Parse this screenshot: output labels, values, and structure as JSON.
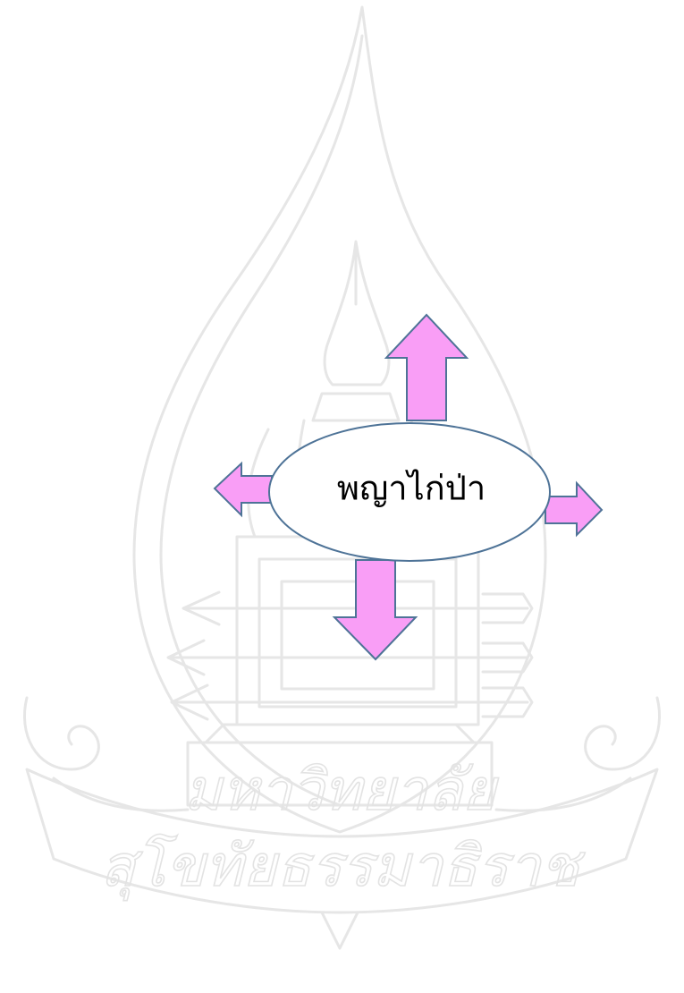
{
  "diagram": {
    "center_label": "พญาไก่ป่า",
    "colors": {
      "arrow_fill": "#f99ef6",
      "outline": "#4e7397",
      "watermark": "#e6e6e6"
    },
    "arrows": [
      "up",
      "left",
      "right",
      "down"
    ]
  },
  "watermark": {
    "text_line_1": "มหาวิทยาลัย",
    "text_line_2": "สุโขทัยธรรมาธิราช"
  }
}
